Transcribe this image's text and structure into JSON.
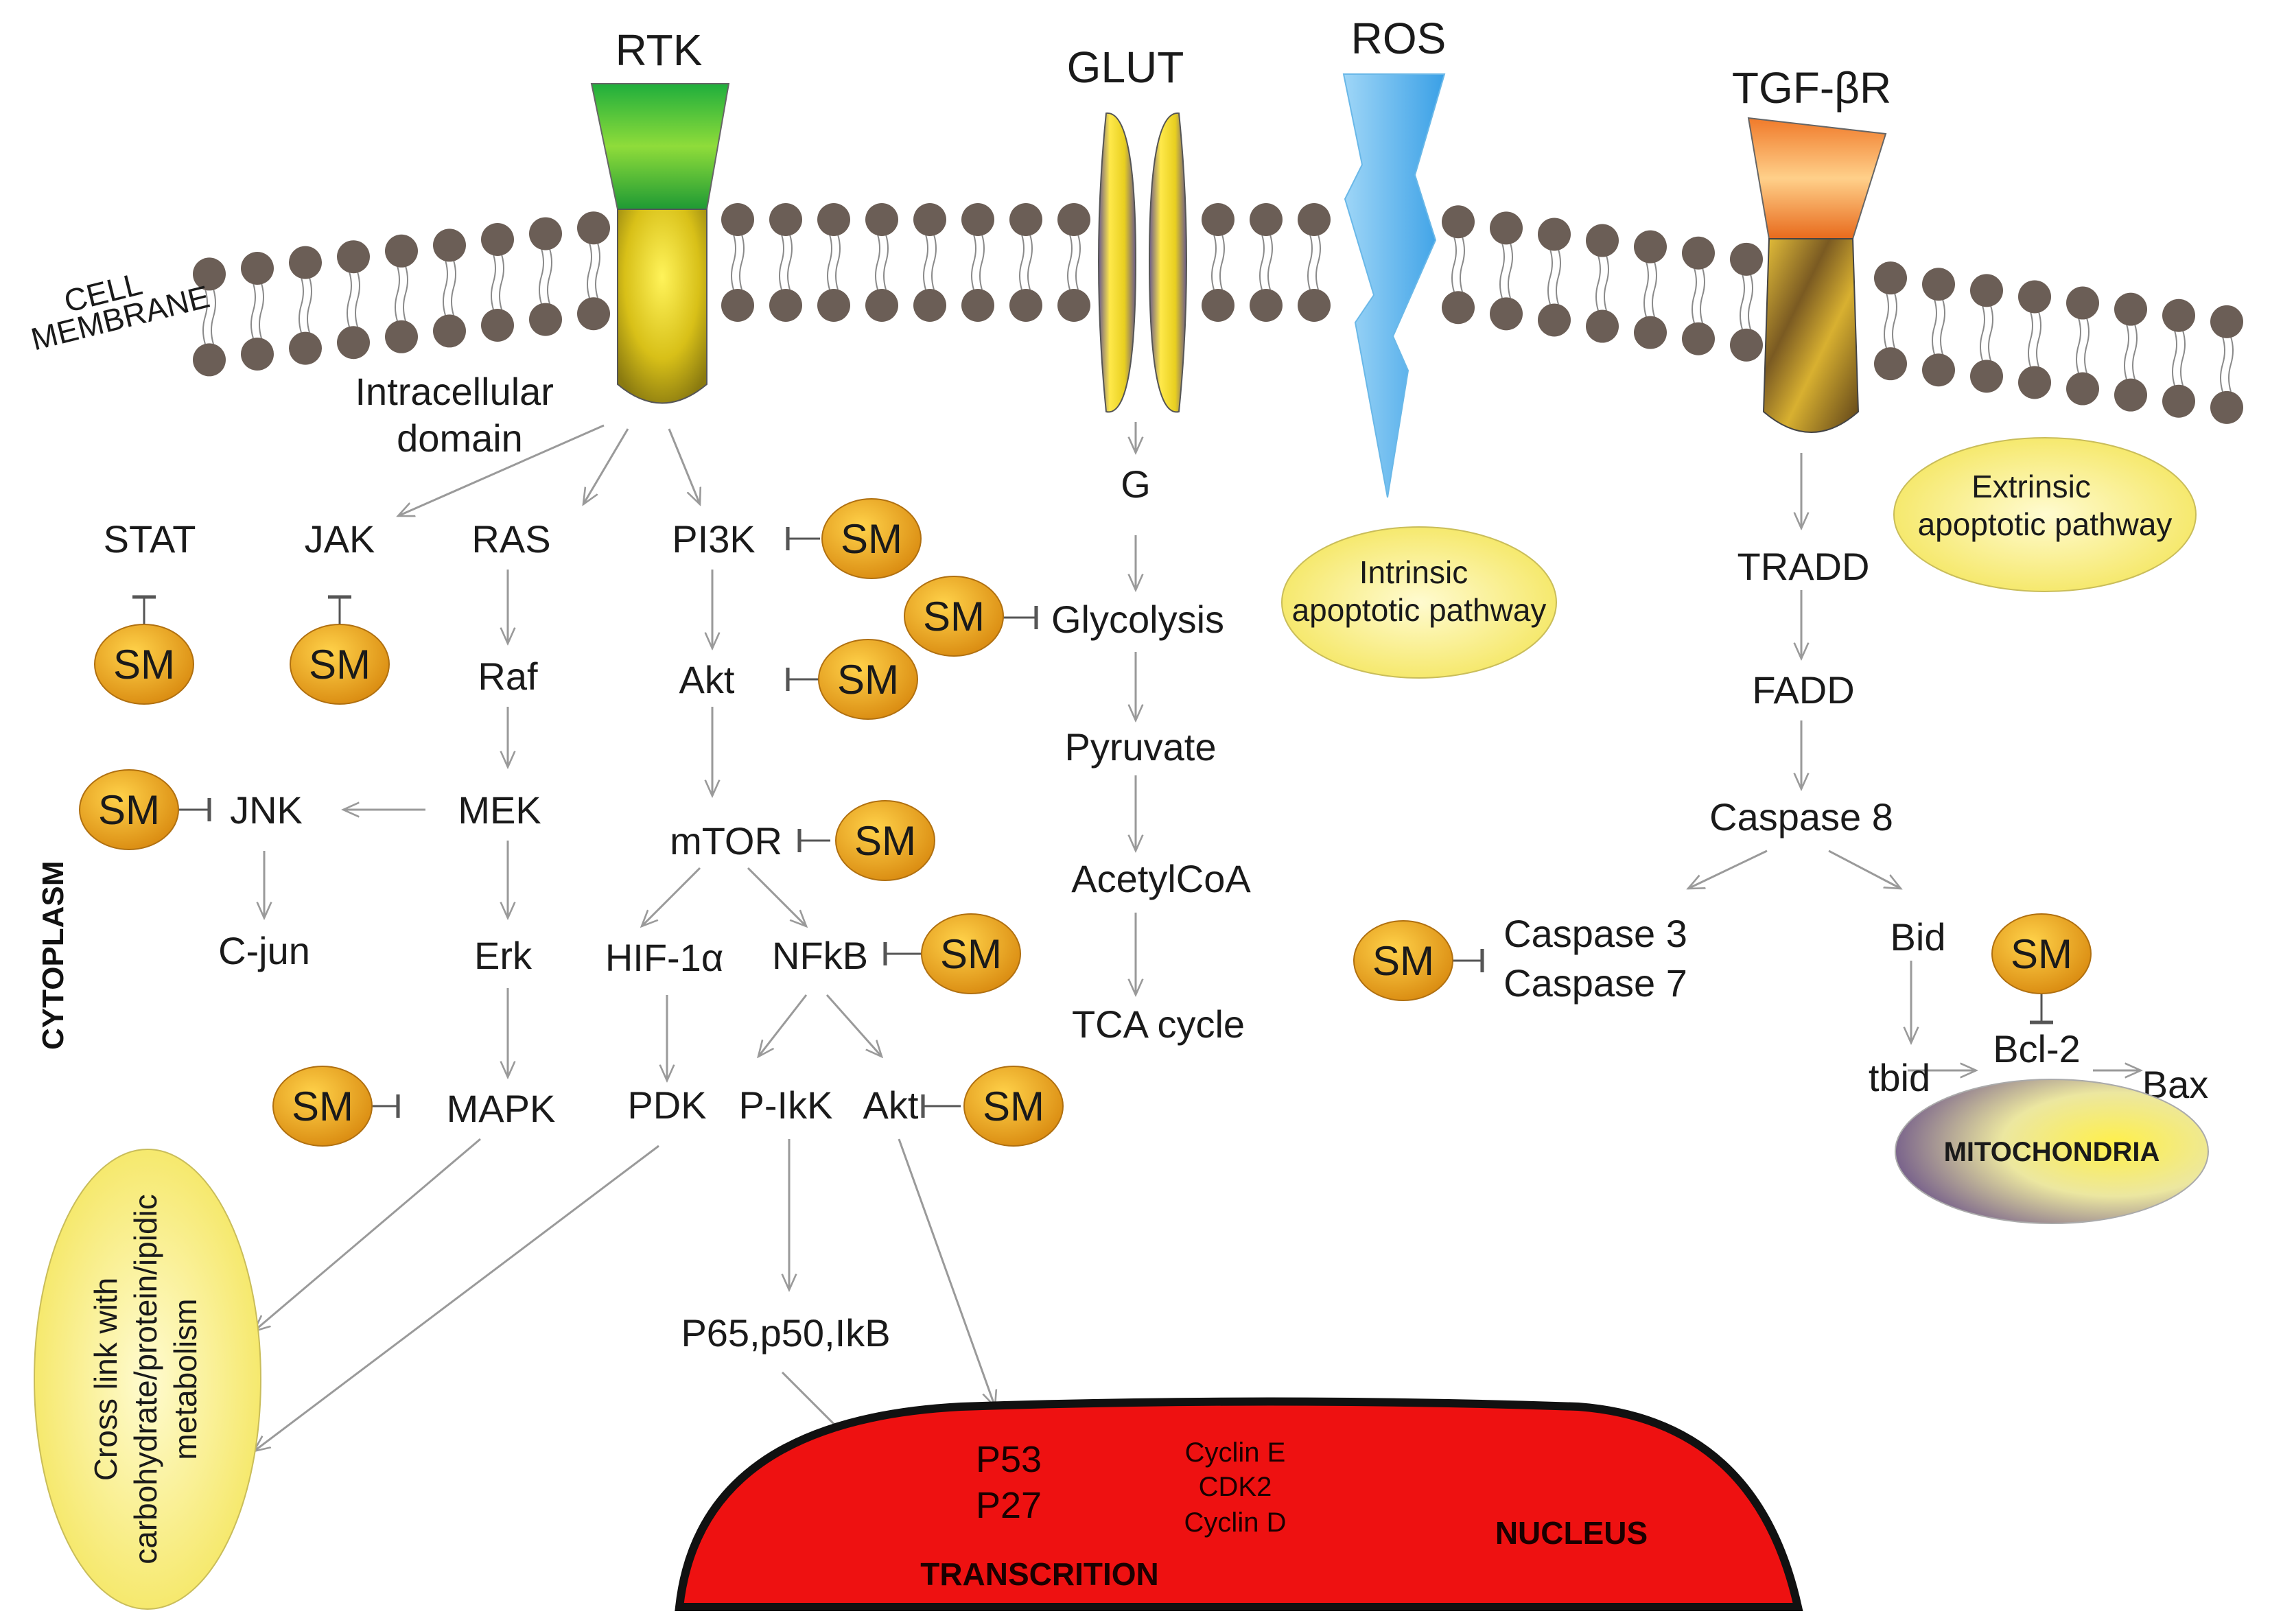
{
  "receptors": {
    "rtk": "RTK",
    "glut": "GLUT",
    "ros": "ROS",
    "tgf": "TGF-βR"
  },
  "membrane": {
    "label_line1": "CELL",
    "label_line2": "MEMBRANE"
  },
  "cytoplasm_label": "CYTOPLASM",
  "intracellular_line1": "Intracellular",
  "intracellular_line2": "domain",
  "sm_label": "SM",
  "nodes": {
    "stat": "STAT",
    "jak": "JAK",
    "ras": "RAS",
    "pi3k": "PI3K",
    "raf": "Raf",
    "akt": "Akt",
    "jnk": "JNK",
    "mek": "MEK",
    "mtor": "mTOR",
    "cjun": "C-jun",
    "erk": "Erk",
    "hif": "HIF-1α",
    "nfkb": "NFkB",
    "mapk": "MAPK",
    "pdk": "PDK",
    "pikk": "P-IkK",
    "akt2": "Akt",
    "p65": "P65,p50,IkB",
    "g": "G",
    "glycolysis": "Glycolysis",
    "pyruvate": "Pyruvate",
    "acetylcoa": "AcetylCoA",
    "tca": "TCA cycle",
    "tradd": "TRADD",
    "fadd": "FADD",
    "caspase8": "Caspase 8",
    "caspase3": "Caspase 3",
    "caspase7": "Caspase 7",
    "bid": "Bid",
    "tbid": "tbid",
    "bcl2": "Bcl-2",
    "bax": "Bax"
  },
  "pathways": {
    "intrinsic_line1": "Intrinsic",
    "intrinsic_line2": "apoptotic pathway",
    "extrinsic_line1": "Extrinsic",
    "extrinsic_line2": "apoptotic pathway"
  },
  "crosslink": {
    "line1": "Cross link with",
    "line2": "carbohydrate/protein/ipidic",
    "line3": "metabolism"
  },
  "mitochondria": "MITOCHONDRIA",
  "nucleus": {
    "label": "NUCLEUS",
    "transcription": "TRANSCRITION",
    "p53": "P53",
    "p27": "P27",
    "cyclin_e": "Cyclin E",
    "cdk2": "CDK2",
    "cyclin_d": "Cyclin D"
  },
  "colors": {
    "lipid_head": "#6b5e56",
    "sm_fill": "#e9a21a",
    "nucleus": "#ee1111",
    "ellipse": "#f7ef8a",
    "arrow": "#9a9a9a"
  }
}
